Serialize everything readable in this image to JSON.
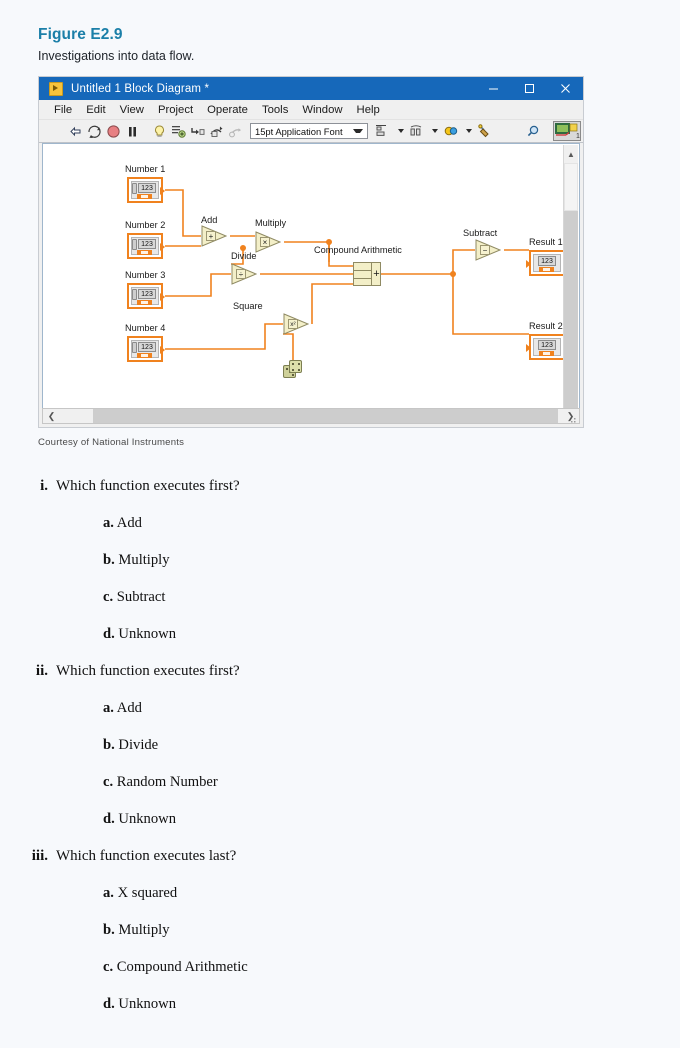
{
  "figure": {
    "title": "Figure E2.9",
    "subtitle": "Investigations into data flow.",
    "courtesy": "Courtesy of National Instruments"
  },
  "window": {
    "title": "Untitled 1 Block Diagram *",
    "app_icon": "labview-vi-icon",
    "controls": {
      "minimize": "minimize-icon",
      "maximize": "maximize-icon",
      "close": "close-icon"
    },
    "menu": [
      "File",
      "Edit",
      "View",
      "Project",
      "Operate",
      "Tools",
      "Window",
      "Help"
    ],
    "toolbar": {
      "icons": [
        "run-arrow-icon",
        "run-continuously-icon",
        "abort-execution-icon",
        "pause-icon",
        "highlight-execution-icon",
        "retain-wire-values-icon",
        "step-into-icon",
        "step-over-icon",
        "step-out-icon"
      ],
      "font_selector": "15pt Application Font",
      "right_icons": [
        "align-objects-icon",
        "distribute-objects-icon",
        "resize-objects-icon",
        "reorder-icon",
        "clean-up-diagram-icon",
        "search-icon",
        "context-help-icon"
      ]
    },
    "scrollbars": {
      "vertical": "vertical-scrollbar",
      "horizontal": "horizontal-scrollbar"
    }
  },
  "diagram": {
    "controls": [
      {
        "label": "Number 1",
        "value": "123"
      },
      {
        "label": "Number 2",
        "value": "123"
      },
      {
        "label": "Number 3",
        "value": "123"
      },
      {
        "label": "Number 4",
        "value": "123"
      }
    ],
    "indicators": [
      {
        "label": "Result 1",
        "value": "123"
      },
      {
        "label": "Result 2",
        "value": "123"
      }
    ],
    "functions": [
      {
        "label": "Add",
        "op": "+"
      },
      {
        "label": "Multiply",
        "op": "×"
      },
      {
        "label": "Divide",
        "op": "÷"
      },
      {
        "label": "Square",
        "op": "x²"
      },
      {
        "label": "Subtract",
        "op": "−"
      },
      {
        "label": "Compound Arithmetic",
        "op": "+"
      }
    ],
    "random_number": "random-number-dice-icon",
    "wire_color": "#f0821e"
  },
  "questions": [
    {
      "num": "i.",
      "text": "Which function executes first?",
      "options": [
        {
          "letter": "a.",
          "text": "Add"
        },
        {
          "letter": "b.",
          "text": "Multiply"
        },
        {
          "letter": "c.",
          "text": "Subtract"
        },
        {
          "letter": "d.",
          "text": "Unknown"
        }
      ]
    },
    {
      "num": "ii.",
      "text": "Which function executes first?",
      "options": [
        {
          "letter": "a.",
          "text": "Add"
        },
        {
          "letter": "b.",
          "text": "Divide"
        },
        {
          "letter": "c.",
          "text": "Random Number"
        },
        {
          "letter": "d.",
          "text": "Unknown"
        }
      ]
    },
    {
      "num": "iii.",
      "text": "Which function executes last?",
      "options": [
        {
          "letter": "a.",
          "text": "X squared"
        },
        {
          "letter": "b.",
          "text": "Multiply"
        },
        {
          "letter": "c.",
          "text": "Compound Arithmetic"
        },
        {
          "letter": "d.",
          "text": "Unknown"
        }
      ]
    }
  ],
  "colors": {
    "accent": "#1b7fa8",
    "titlebar": "#1668ba",
    "wire": "#f0821e",
    "node_fill": "#f3efc8",
    "page_bg": "#f7f9fc"
  }
}
